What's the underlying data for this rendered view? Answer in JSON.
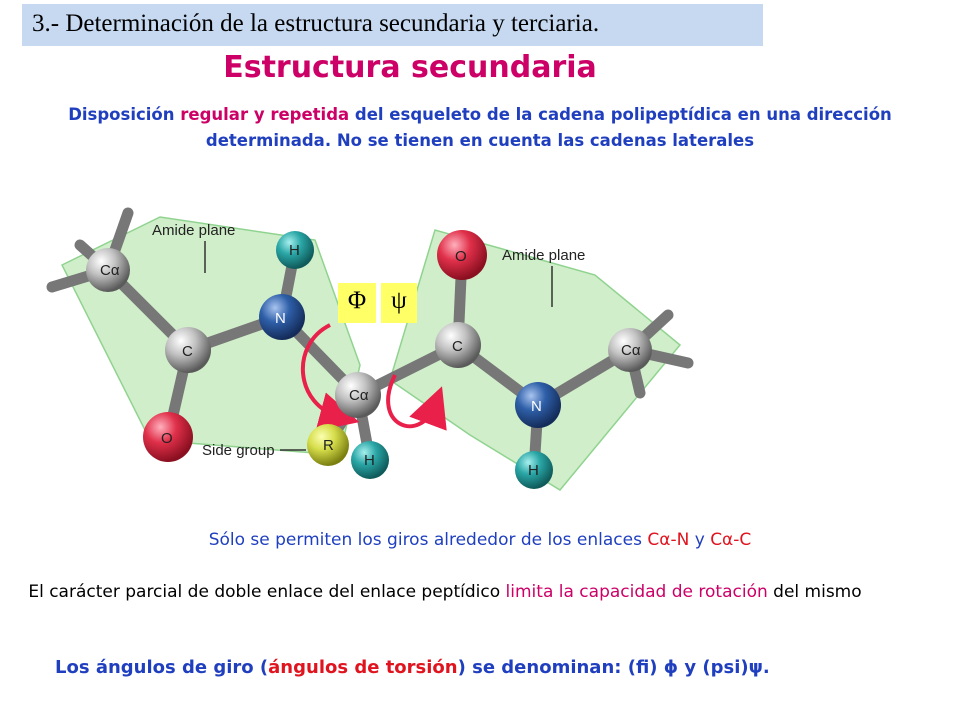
{
  "header": {
    "title": "3.- Determinación de la estructura secundaria y terciaria."
  },
  "title": "Estructura secundaria",
  "definition": {
    "p1": "Disposición ",
    "p2": "regular y repetida",
    "p3": " del esqueleto de la cadena polipeptídica en una dirección determinada. No se tienen en cuenta las cadenas laterales"
  },
  "diagram": {
    "labels": {
      "amide_left": "Amide plane",
      "amide_right": "Amide plane",
      "side_group": "Side group",
      "phi": "Φ",
      "psi": "ψ"
    },
    "atoms": {
      "ca": "Cα",
      "c": "C",
      "n": "N",
      "o": "O",
      "h": "H",
      "r": "R"
    }
  },
  "text1": {
    "a": "Sólo se permiten los giros alrededor de los enlaces ",
    "b": "Cα-N",
    "c": " y ",
    "d": "Cα-C"
  },
  "text2": {
    "a": "El carácter parcial de doble enlace del enlace peptídico ",
    "b": "limita la capacidad de rotación",
    "c": " del mismo"
  },
  "text3": {
    "a": "Los ángulos de giro (",
    "b": "ángulos de torsión",
    "c": ") se denominan: (fi) ϕ y (psi)ψ."
  },
  "colors": {
    "title": "#cc0066",
    "blue_text": "#1f3fbf",
    "red_text": "#e0141e",
    "header_bg": "#c6d9f1",
    "plane_green": "#c8ecc0",
    "oxygen": "#e0304a",
    "nitrogen": "#2e5fa8",
    "hydrogen": "#2aa6a6",
    "carbon": "#9a9a9a",
    "side_group": "#d6dd4a",
    "arrow": "#e8204a",
    "label_box": "#ffff66"
  }
}
